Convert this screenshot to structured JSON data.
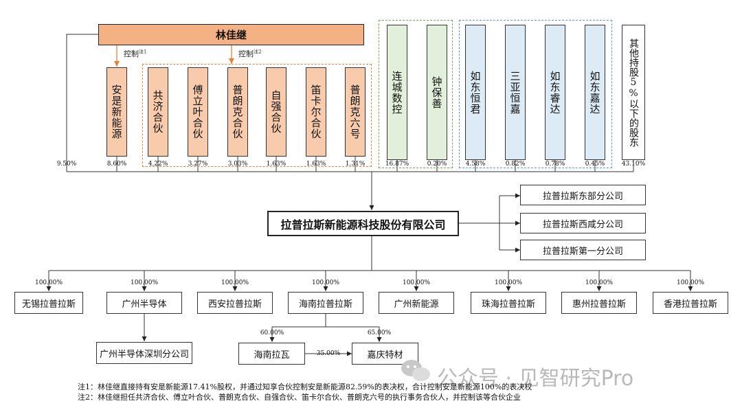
{
  "controller": {
    "name": "林佳继"
  },
  "controls": [
    {
      "text": "控制",
      "sup": "注1"
    },
    {
      "text": "控制",
      "sup": "注2"
    }
  ],
  "shareholders": [
    {
      "name": "安是新能源",
      "pct": "8.60%",
      "group": "orange"
    },
    {
      "name": "共济合伙",
      "pct": "4.22%",
      "group": "orange"
    },
    {
      "name": "傅立叶合伙",
      "pct": "3.27%",
      "group": "orange"
    },
    {
      "name": "普朗克合伙",
      "pct": "3.03%",
      "group": "orange"
    },
    {
      "name": "自强合伙",
      "pct": "1.63%",
      "group": "orange"
    },
    {
      "name": "笛卡尔合伙",
      "pct": "1.63%",
      "group": "orange"
    },
    {
      "name": "普朗克六号",
      "pct": "1.31%",
      "group": "orange"
    },
    {
      "name": "连城数控",
      "pct": "16.87%",
      "group": "green"
    },
    {
      "name": "钟保善",
      "pct": "0.20%",
      "group": "green"
    },
    {
      "name": "如东恒君",
      "pct": "4.58%",
      "group": "blue"
    },
    {
      "name": "三亚恒嘉",
      "pct": "0.82%",
      "group": "blue"
    },
    {
      "name": "如东睿达",
      "pct": "0.78%",
      "group": "blue"
    },
    {
      "name": "如东嘉达",
      "pct": "0.45%",
      "group": "blue"
    },
    {
      "name": "其他持股5%以下的股东",
      "pct": "43.10%",
      "group": "none"
    }
  ],
  "direct_pct": "9.50%",
  "company": {
    "name": "拉普拉斯新能源科技股份有限公司"
  },
  "branches": [
    "拉普拉斯东部分公司",
    "拉普拉斯西咸分公司",
    "拉普拉斯第一分公司"
  ],
  "subsidiaries": [
    {
      "name": "无锡拉普拉斯",
      "pct": "100.00%"
    },
    {
      "name": "广州半导体",
      "pct": "100.00%"
    },
    {
      "name": "西安拉普拉斯",
      "pct": "100.00%"
    },
    {
      "name": "海南拉普拉斯",
      "pct": "100.00%"
    },
    {
      "name": "广州新能源",
      "pct": "100.00%"
    },
    {
      "name": "珠海拉普拉斯",
      "pct": "100.00%"
    },
    {
      "name": "惠州拉普拉斯",
      "pct": "100.00%"
    },
    {
      "name": "香港拉普拉斯",
      "pct": "100.00%"
    }
  ],
  "gz_branch": "广州半导体深圳分公司",
  "hainan": {
    "lawa": "海南拉瓦",
    "jiaqing": "嘉庆特材",
    "lawa_pct": "60.00%",
    "jiaqing_pct": "65.00%",
    "cross_pct": "35.00%"
  },
  "notes": [
    "注1：林佳继直接持有安是新能源17.41%股权，并通过知享合伙控制安是新能源82.59%的表决权，合计控制安是新能源100%的表决权",
    "注2：林佳继担任共济合伙、傅立叶合伙、普朗克合伙、自强合伙、笛卡尔合伙、普朗克六号的执行事务合伙人，并控制该等合伙企业"
  ],
  "watermark": "公众号 · 见智研究Pro",
  "colors": {
    "orange_fill": "#f8cbad",
    "orange_border": "#ed7d31",
    "green_fill": "#e2efda",
    "green_border": "#70ad47",
    "blue_fill": "#ddebf7",
    "blue_border": "#5b9bd5",
    "controller_fill": "#f4b183"
  }
}
